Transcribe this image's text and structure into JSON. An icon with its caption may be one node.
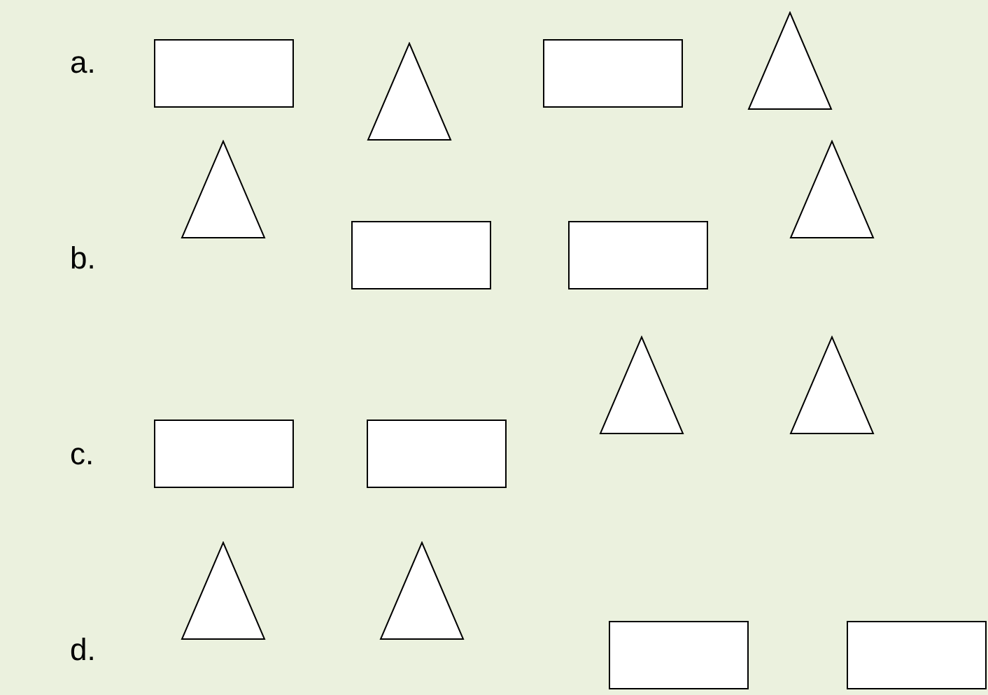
{
  "diagram": {
    "nodes": [
      {
        "text": [],
        "shape": "box"
      },
      {
        "text": [],
        "shape": "triangle"
      },
      {
        "text": [],
        "shape": "box"
      },
      {
        "text": [],
        "shape": "triangle"
      },
      {
        "text": [],
        "shape": "triangle"
      },
      {
        "text": [],
        "shape": "box"
      },
      {
        "text": [],
        "shape": "box"
      },
      {
        "text": [],
        "shape": "triangle"
      },
      {
        "text": [],
        "shape": "triangle"
      },
      {
        "text": [],
        "shape": "triangle"
      },
      {
        "text": [],
        "shape": "box"
      },
      {
        "text": [],
        "shape": "box"
      },
      {
        "text": [],
        "shape": "triangle"
      },
      {
        "text": [],
        "shape": "triangle"
      },
      {
        "text": [],
        "shape": "box"
      },
      {
        "text": [],
        "shape": "box"
      }
    ],
    "labels": [
      "a.",
      "b.",
      "c.",
      "d."
    ]
  }
}
